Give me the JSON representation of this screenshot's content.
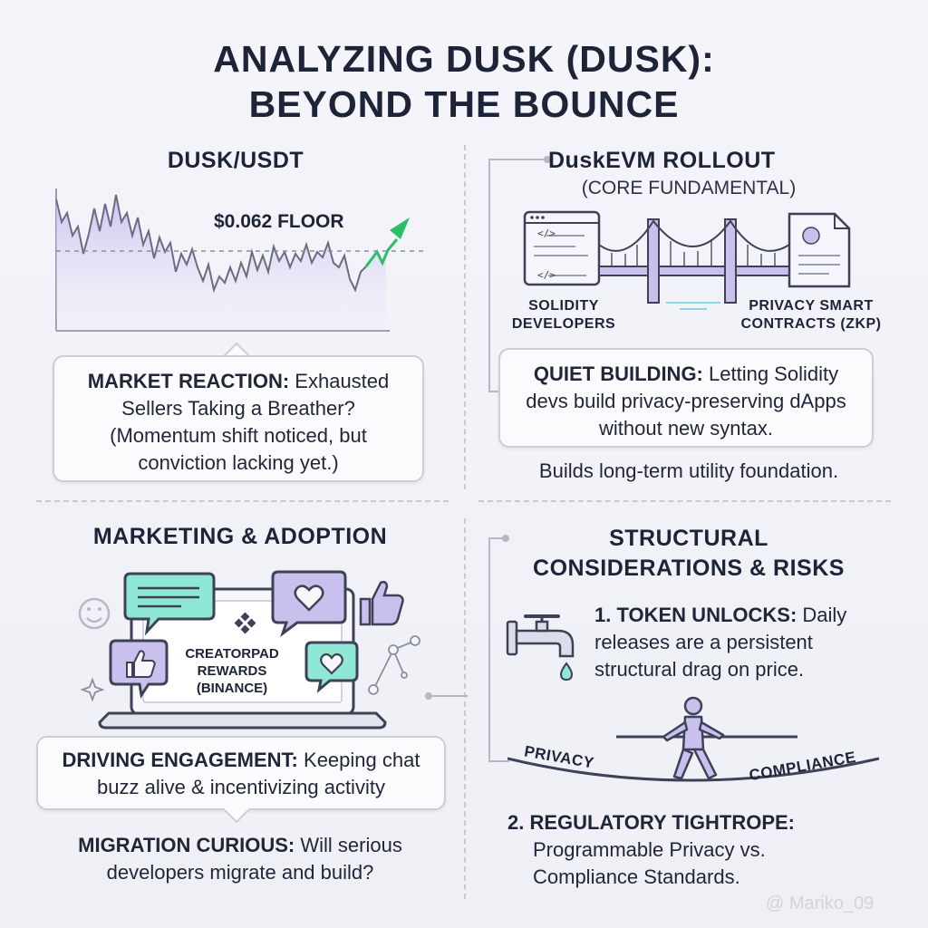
{
  "title": {
    "line1": "ANALYZING DUSK (DUSK):",
    "line2": "BEYOND THE BOUNCE"
  },
  "chart": {
    "title": "DUSK/USDT",
    "annotation": "$0.062 FLOOR",
    "callout": {
      "label": "MARKET REACTION:",
      "text": "Exhausted Sellers Taking a Breather?",
      "note": "(Momentum shift noticed, but conviction lacking yet.)"
    }
  },
  "duskevm": {
    "title": "DuskEVM ROLLOUT",
    "subtitle": "(CORE FUNDAMENTAL)",
    "left_label": [
      "SOLIDITY",
      "DEVELOPERS"
    ],
    "right_label": [
      "PRIVACY SMART",
      "CONTRACTS (ZKP)"
    ],
    "code_tags": [
      "</>",
      "</>"
    ],
    "callout": {
      "label": "QUIET BUILDING:",
      "text": "Letting Solidity devs build privacy-preserving dApps without new syntax."
    },
    "footer": "Builds long-term utility foundation."
  },
  "marketing": {
    "title": "MARKETING & ADOPTION",
    "screen_lines": [
      "CREATORPAD",
      "REWARDS",
      "(BINANCE)"
    ],
    "callout": {
      "label": "DRIVING ENGAGEMENT:",
      "text": "Keeping chat buzz alive & incentivizing activity"
    },
    "footer": {
      "label": "MIGRATION CURIOUS:",
      "text": "Will serious developers migrate and build?"
    }
  },
  "risks": {
    "title_line1": "STRUCTURAL",
    "title_line2": "CONSIDERATIONS & RISKS",
    "item1": {
      "label": "1. TOKEN UNLOCKS:",
      "text": "Daily releases are a persistent structural drag on price."
    },
    "rope_left": "PRIVACY",
    "rope_right": "COMPLIANCE",
    "item2": {
      "label": "2. REGULATORY TIGHTROPE:",
      "text": "Programmable Privacy vs. Compliance Standards."
    }
  },
  "watermark": "@ Mariko_09",
  "colors": {
    "accent_green": "#2bbf6a",
    "lavender": "#b8a8e6",
    "mint": "#8fe8d6",
    "ink": "#1d2438"
  }
}
